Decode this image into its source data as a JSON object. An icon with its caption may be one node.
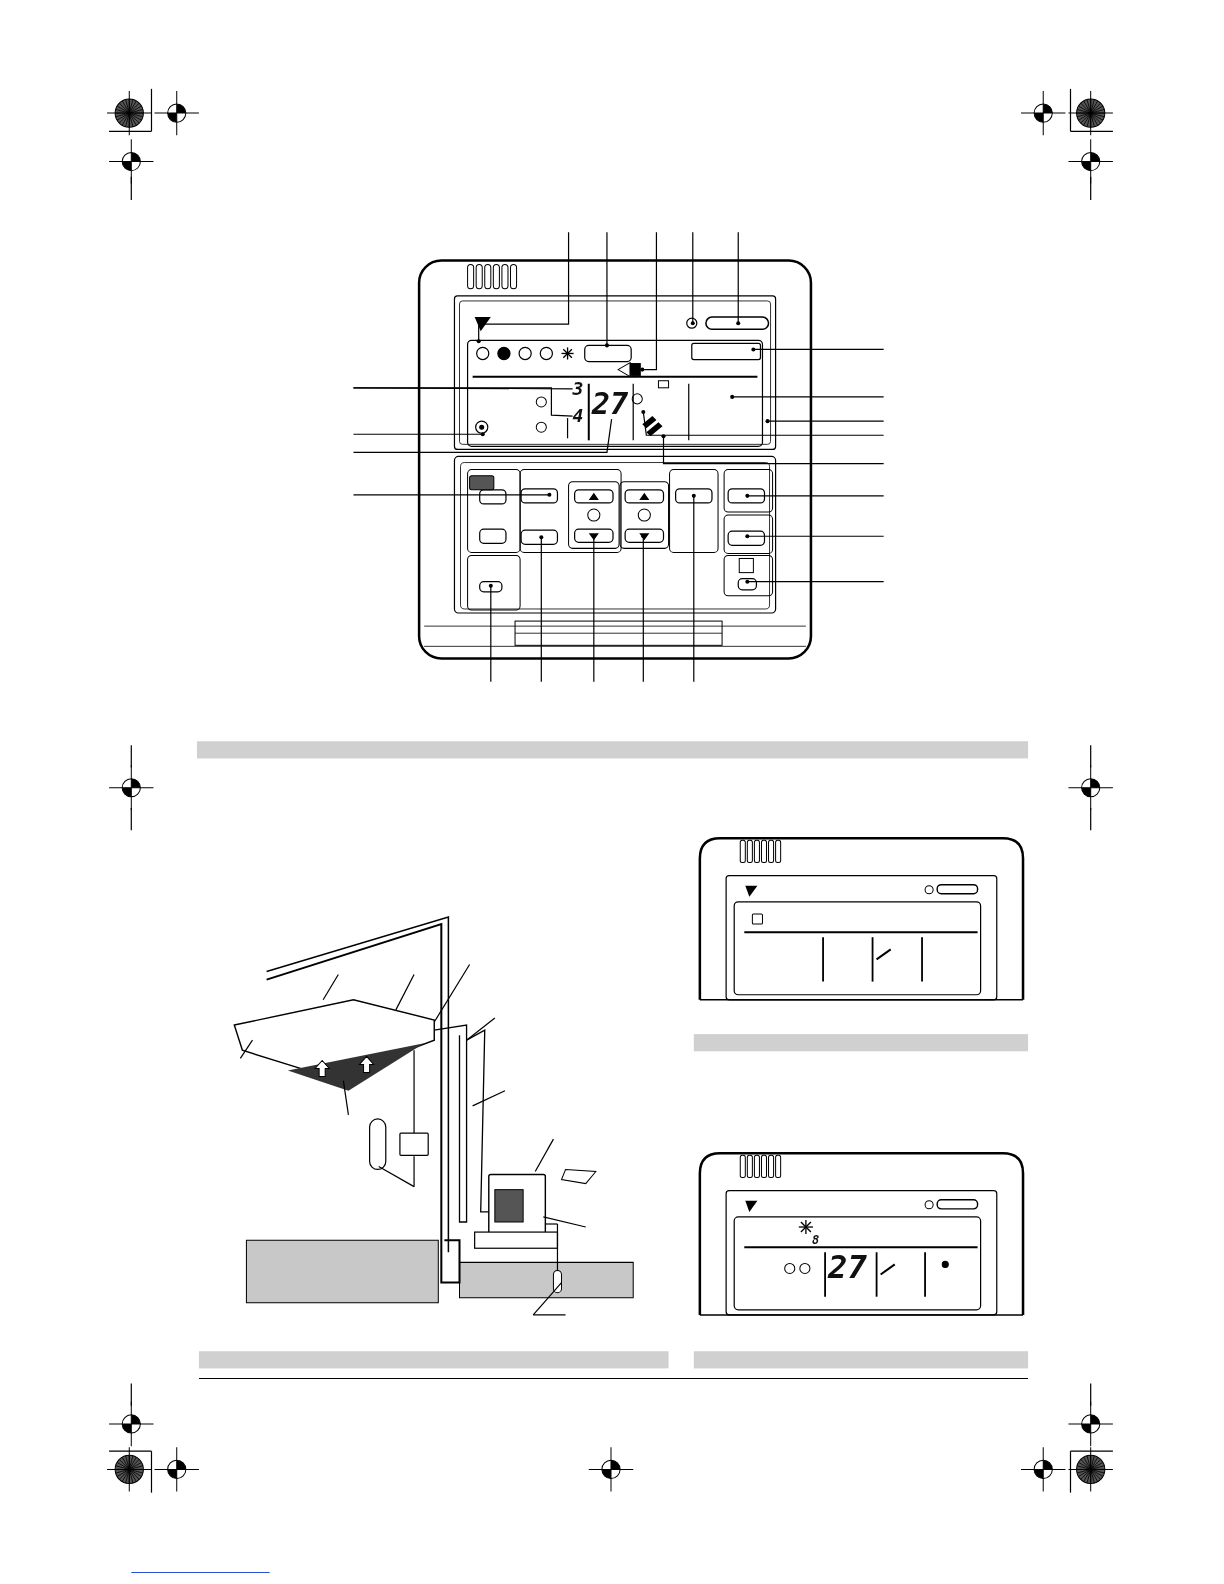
{
  "diagram": {
    "nodes": [
      {
        "text": [
          "3"
        ]
      },
      {
        "text": [
          "4"
        ]
      },
      {
        "text": [
          "27"
        ]
      },
      {
        "text": [],
        "shape": "bar"
      },
      {
        "text": [],
        "shape": "bar"
      },
      {
        "text": [],
        "shape": "bar"
      },
      {
        "text": [],
        "shape": "bar"
      }
    ],
    "edges": [
      {
        "from": null,
        "to": 0,
        "arrow": "none"
      },
      {
        "from": null,
        "to": 1,
        "arrow": "none"
      },
      {
        "from": null,
        "to": 2,
        "arrow": "none"
      }
    ],
    "labels": [
      "8",
      "27"
    ]
  }
}
